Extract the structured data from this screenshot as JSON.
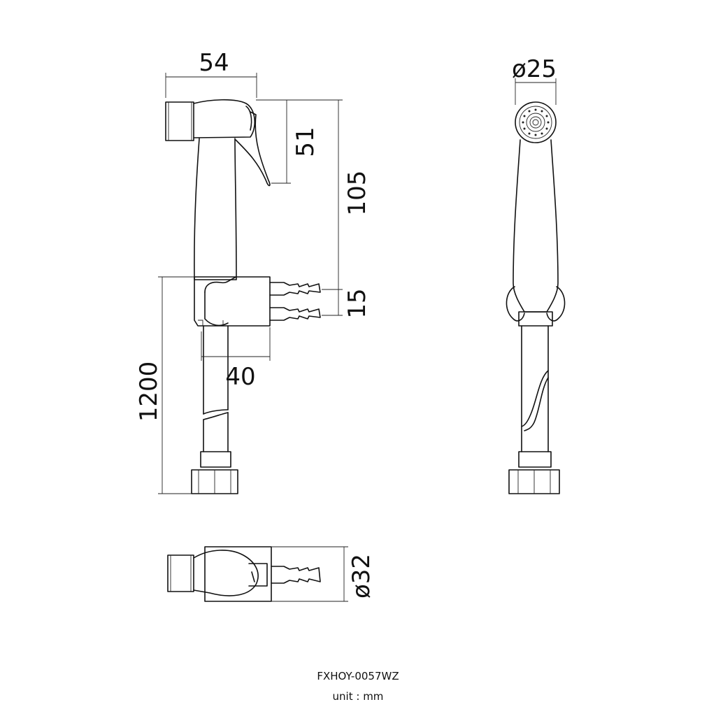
{
  "dimensions": {
    "width_54": "54",
    "diameter_25": "ø25",
    "height_51": "51",
    "height_105": "105",
    "spacing_15": "15",
    "depth_40": "40",
    "hose_1200": "1200",
    "diameter_32": "ø32"
  },
  "model_code": "FXHOY-0057WZ",
  "unit_label": "unit : mm"
}
